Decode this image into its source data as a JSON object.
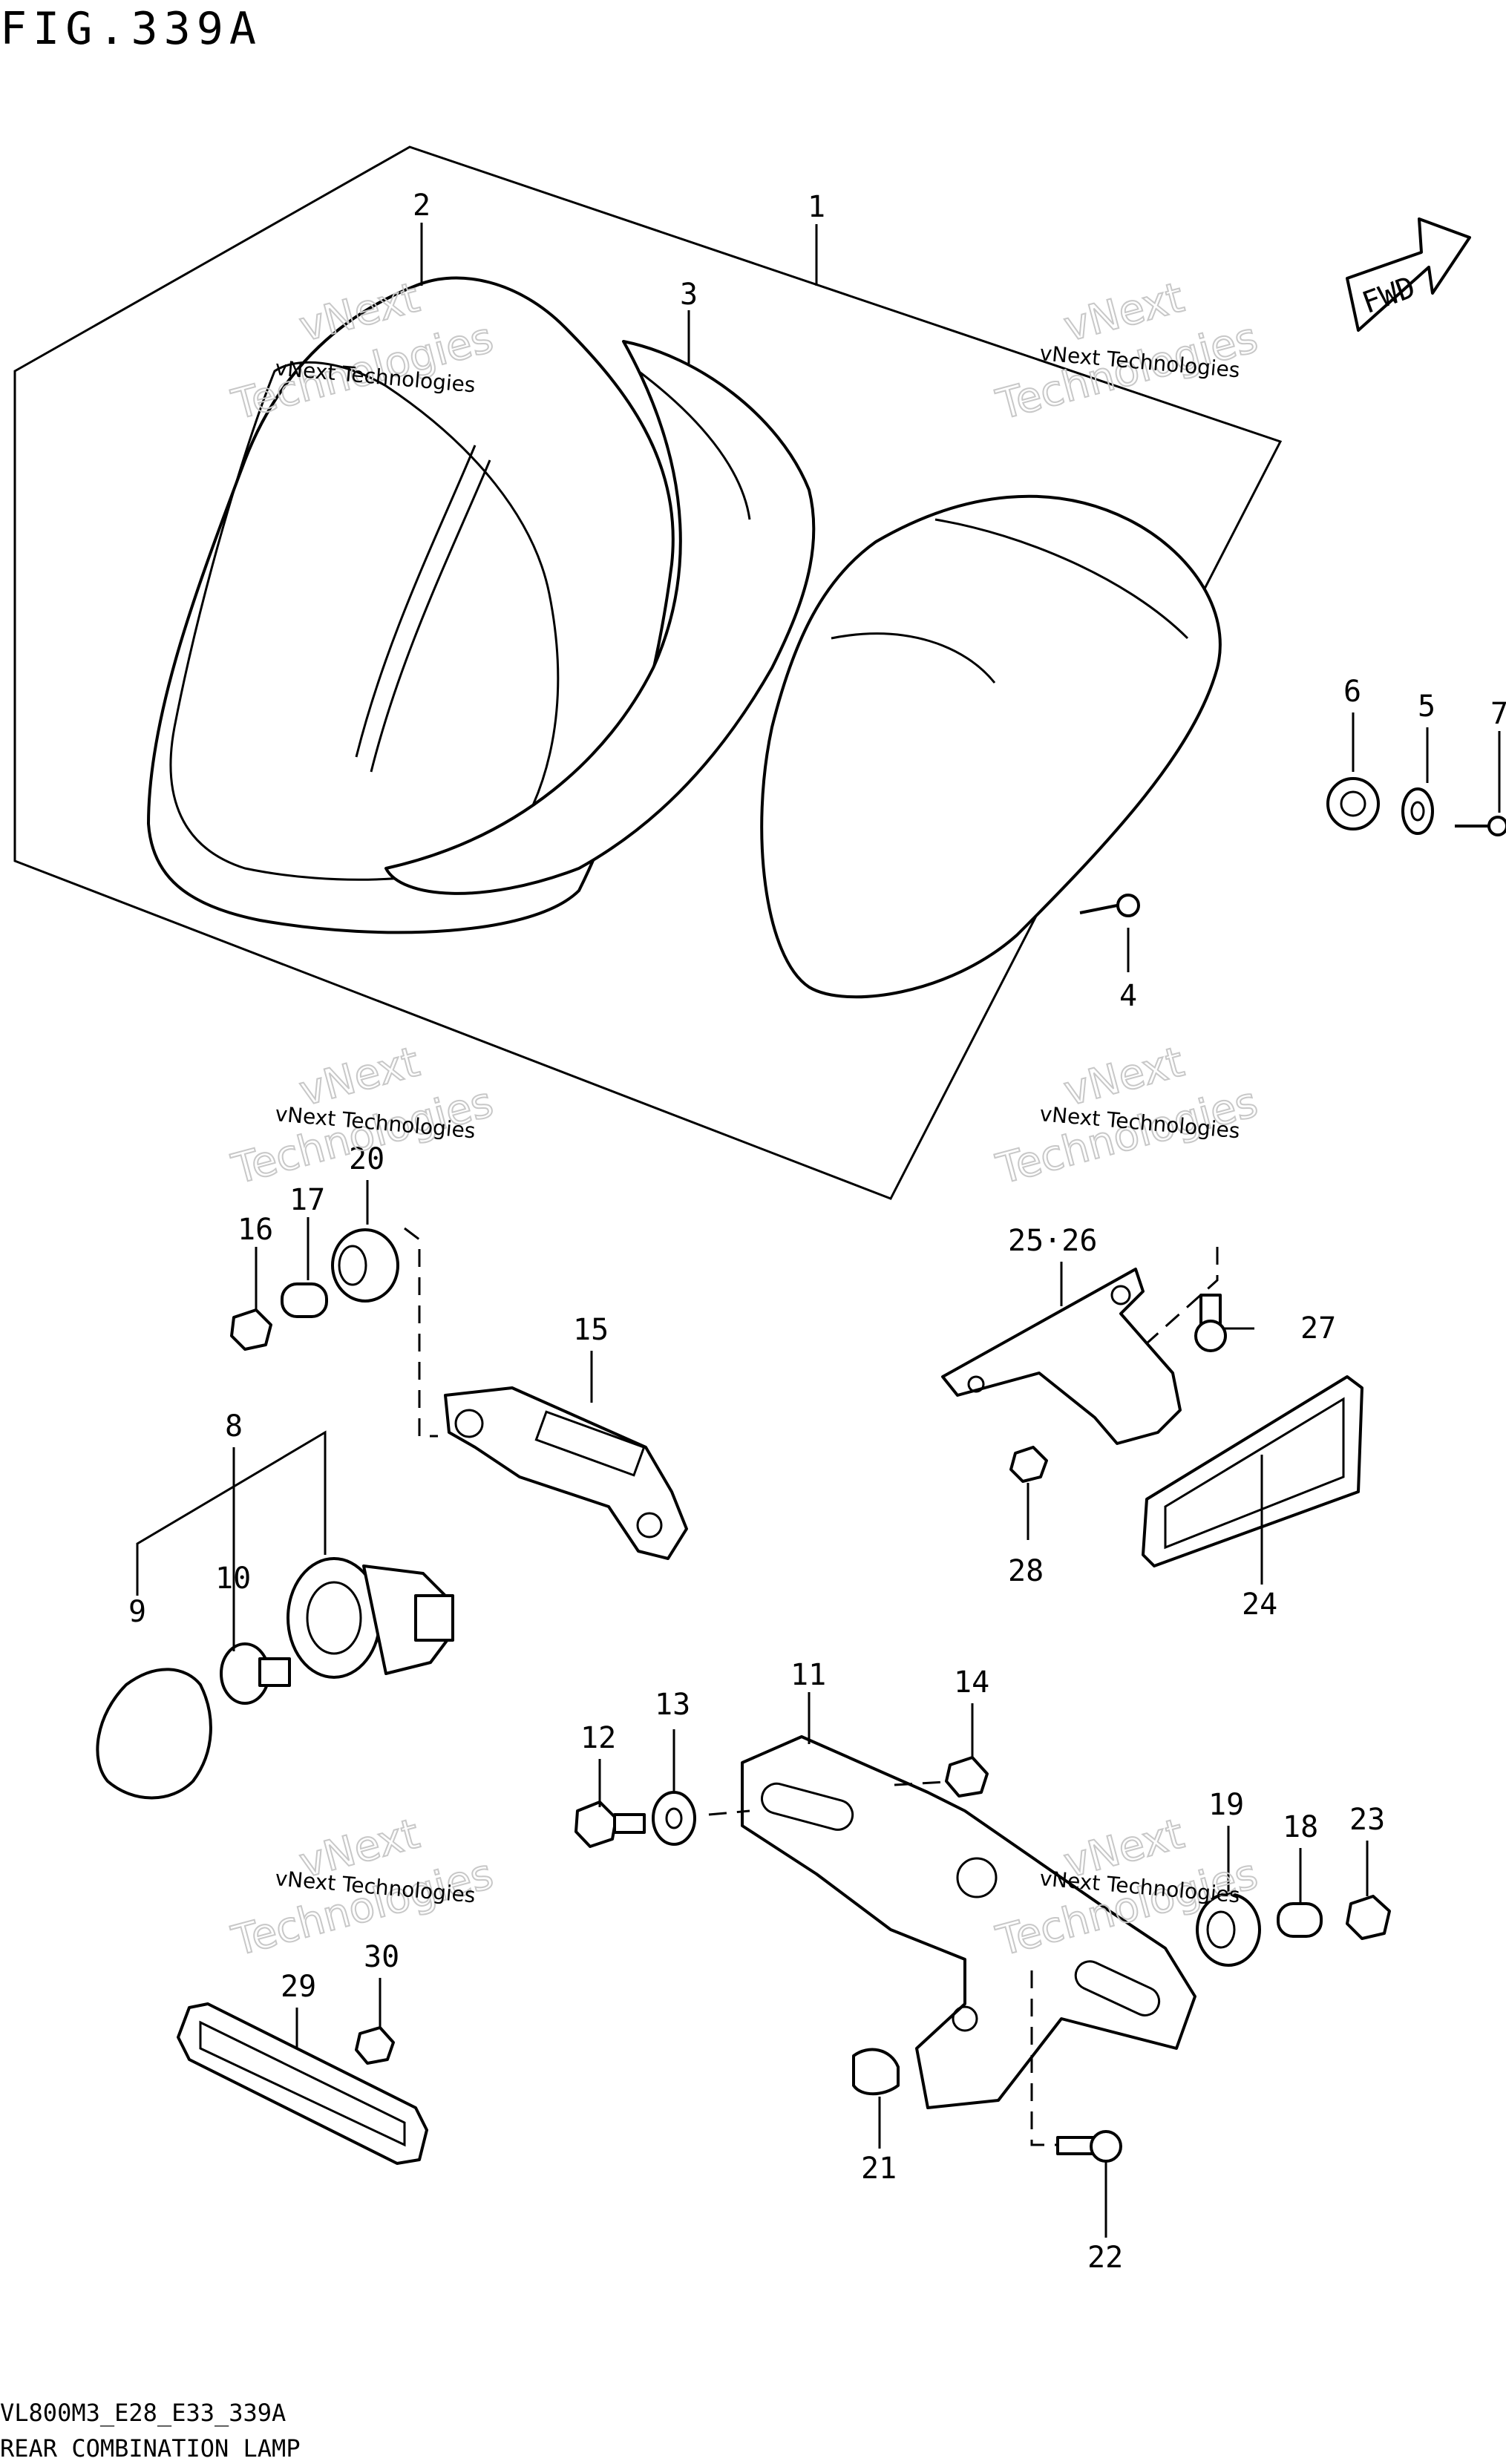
{
  "figure": {
    "title": "FIG.339A",
    "code": "VL800M3_E28_E33_339A",
    "name": "REAR COMBINATION LAMP"
  },
  "fwd_label": "FWD",
  "watermark": {
    "line1": "vNext Technologies",
    "line2": "vNext",
    "line3": "Technologies"
  },
  "callouts": [
    "1",
    "2",
    "3",
    "4",
    "5",
    "6",
    "7",
    "8",
    "9",
    "10",
    "11",
    "12",
    "13",
    "14",
    "15",
    "16",
    "17",
    "18",
    "19",
    "20",
    "21",
    "22",
    "23",
    "24",
    "25·26",
    "27",
    "28",
    "29",
    "30"
  ]
}
